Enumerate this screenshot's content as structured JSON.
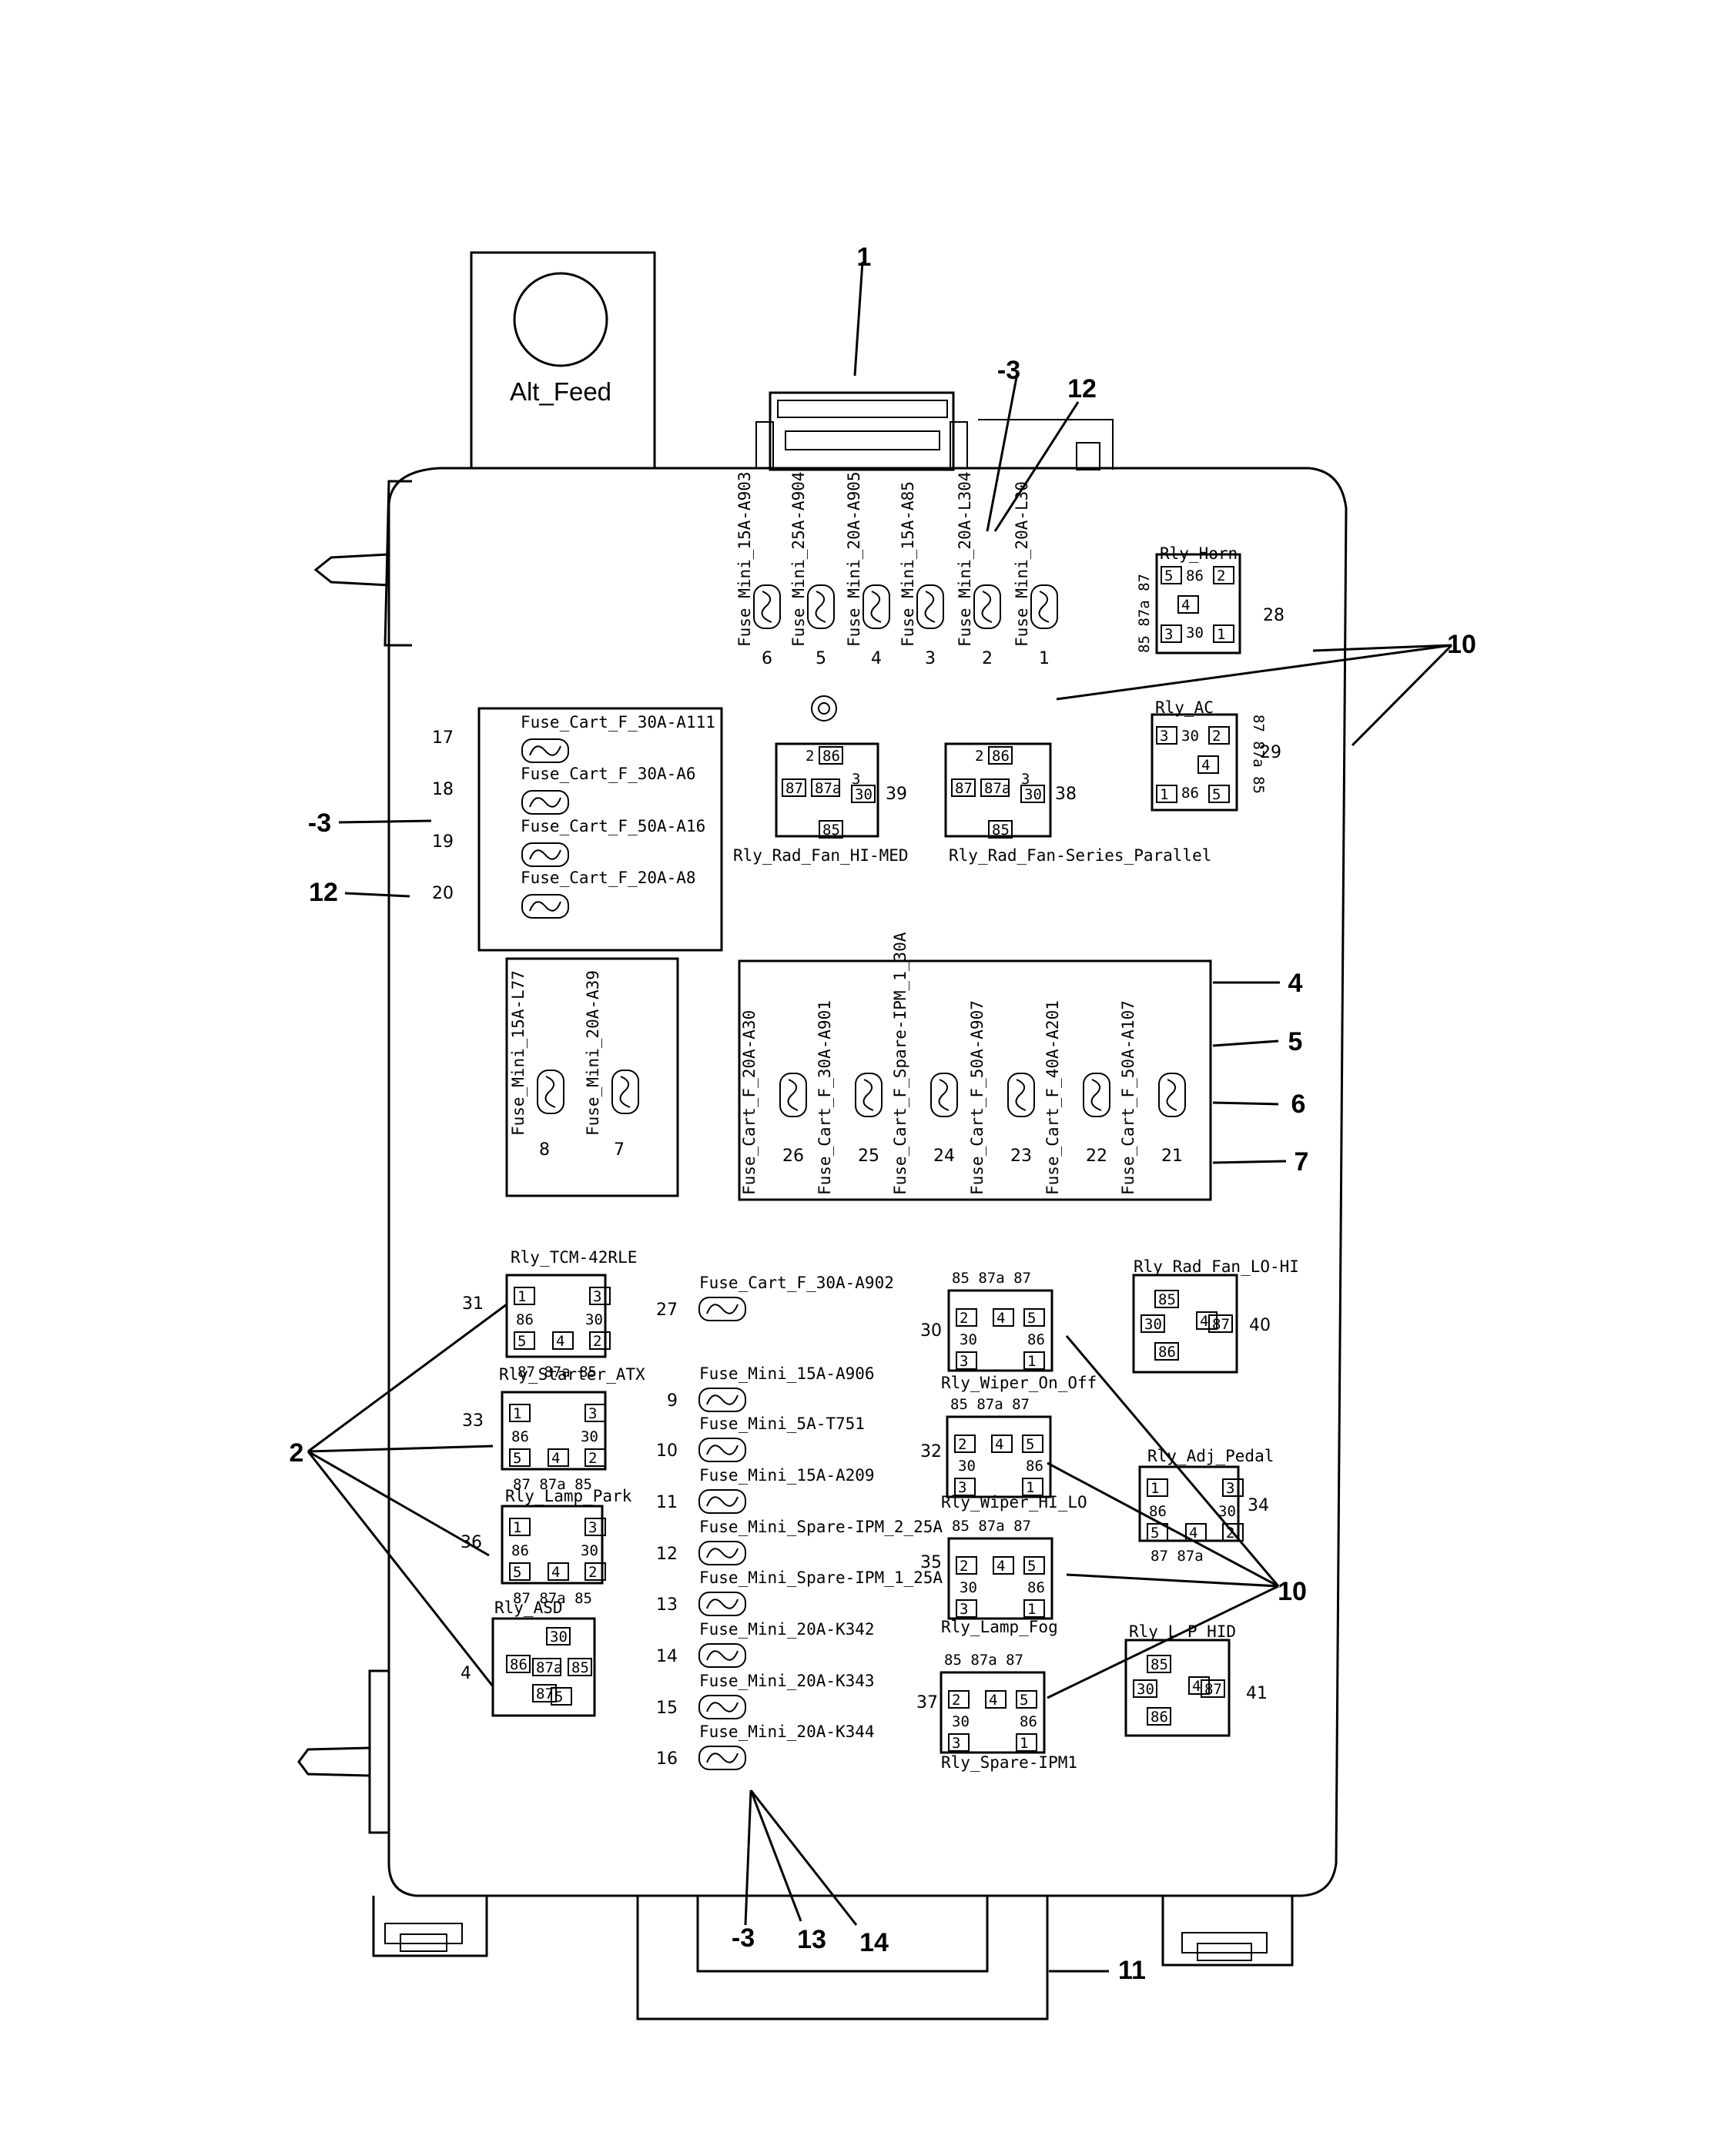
{
  "alt_feed_label": "Alt_Feed",
  "callouts": {
    "c1": "1",
    "c2": "2",
    "c3a": "-3",
    "c3b": "-3",
    "c3c": "-3",
    "c4": "4",
    "c5": "5",
    "c6": "6",
    "c7": "7",
    "c10a": "10",
    "c10b": "10",
    "c11": "11",
    "c12a": "12",
    "c12b": "12",
    "c13": "13",
    "c14": "14"
  },
  "top_mini_fuses": [
    {
      "label": "Fuse_Mini_15A-A903",
      "pos": "6"
    },
    {
      "label": "Fuse_Mini_25A-A904",
      "pos": "5"
    },
    {
      "label": "Fuse_Mini_20A-A905",
      "pos": "4"
    },
    {
      "label": "Fuse_Mini_15A-A85",
      "pos": "3"
    },
    {
      "label": "Fuse_Mini_20A-L304",
      "pos": "2"
    },
    {
      "label": "Fuse_Mini_20A-L30",
      "pos": "1"
    }
  ],
  "left_cart_fuses": [
    {
      "label": "Fuse_Cart_F_30A-A111",
      "pos": "17"
    },
    {
      "label": "Fuse_Cart_F_30A-A6",
      "pos": "18"
    },
    {
      "label": "Fuse_Cart_F_50A-A16",
      "pos": "19"
    },
    {
      "label": "Fuse_Cart_F_20A-A8",
      "pos": "20"
    }
  ],
  "small_block_fuses": [
    {
      "label": "Fuse_Mini_15A-L77",
      "pos": "8"
    },
    {
      "label": "Fuse_Mini_20A-A39",
      "pos": "7"
    }
  ],
  "cart_row_fuses": [
    {
      "label": "Fuse_Cart_F_20A-A30",
      "pos": "26"
    },
    {
      "label": "Fuse_Cart_F_30A-A901",
      "pos": "25"
    },
    {
      "label": "Fuse_Cart_F_Spare-IPM_1_30A",
      "pos": "24"
    },
    {
      "label": "Fuse_Cart_F_50A-A907",
      "pos": "23"
    },
    {
      "label": "Fuse_Cart_F_40A-A201",
      "pos": "22"
    },
    {
      "label": "Fuse_Cart_F_50A-A107",
      "pos": "21"
    }
  ],
  "middle_fuses": [
    {
      "label": "Fuse_Cart_F_30A-A902",
      "pos": "27"
    },
    {
      "label": "Fuse_Mini_15A-A906",
      "pos": "9"
    },
    {
      "label": "Fuse_Mini_5A-T751",
      "pos": "10"
    },
    {
      "label": "Fuse_Mini_15A-A209",
      "pos": "11"
    },
    {
      "label": "Fuse_Mini_Spare-IPM_2_25A",
      "pos": "12"
    },
    {
      "label": "Fuse_Mini_Spare-IPM_1_25A",
      "pos": "13"
    },
    {
      "label": "Fuse_Mini_20A-K342",
      "pos": "14"
    },
    {
      "label": "Fuse_Mini_20A-K343",
      "pos": "15"
    },
    {
      "label": "Fuse_Mini_20A-K344",
      "pos": "16"
    }
  ],
  "relays": {
    "horn": {
      "label": "Rly_Horn",
      "pos": "28"
    },
    "ac": {
      "label": "Rly_AC",
      "pos": "29"
    },
    "rad_fan_hi_med": {
      "label": "Rly_Rad_Fan_HI-MED",
      "pos": "39"
    },
    "rad_fan_series": {
      "label": "Rly_Rad_Fan-Series_Parallel",
      "pos": "38"
    },
    "tcm": {
      "label": "Rly_TCM-42RLE",
      "pos": "31"
    },
    "starter": {
      "label": "Rly_Starter_ATX",
      "pos": "33"
    },
    "lamp_park": {
      "label": "Rly_Lamp_Park",
      "pos": "36"
    },
    "asd": {
      "label": "Rly_ASD",
      "pos": "4"
    },
    "wiper_on_off": {
      "label": "Rly_Wiper_On_Off",
      "pos": "30"
    },
    "wiper_hi_lo": {
      "label": "Rly_Wiper_HI_LO",
      "pos": "32"
    },
    "lamp_fog": {
      "label": "Rly_Lamp_Fog",
      "pos": "35"
    },
    "spare_ipm1": {
      "label": "Rly_Spare-IPM1",
      "pos": "37"
    },
    "rad_fan_lo_hi": {
      "label": "Rly_Rad_Fan_LO-HI",
      "pos": "40"
    },
    "adj_pedal": {
      "label": "Rly_Adj_Pedal",
      "pos": "34"
    },
    "hid": {
      "label": "Rly_L_P_HID",
      "pos": "41"
    }
  },
  "relay_terms": {
    "t85": "85",
    "t86": "86",
    "t30": "30",
    "t87": "87",
    "t87a": "87a",
    "row_top": "85 87a 87",
    "row_bottom": "87 87a 85",
    "row_bottom_short": "87 87a"
  }
}
